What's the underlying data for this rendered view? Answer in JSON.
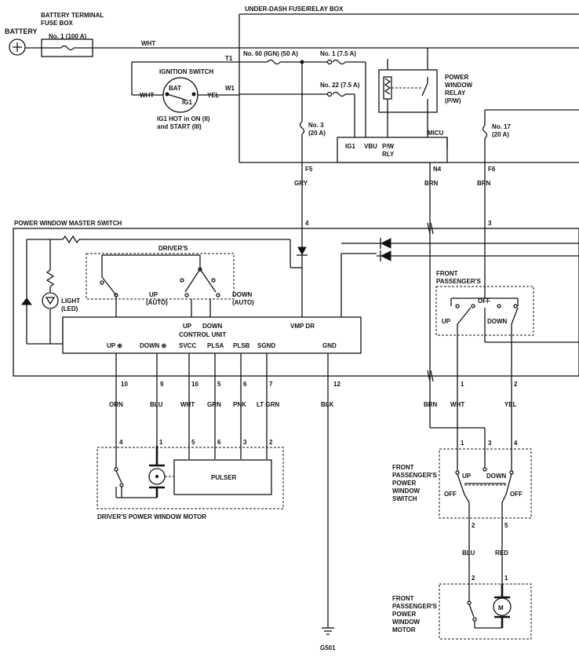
{
  "components": {
    "battery": "BATTERY",
    "terminal_fuse_box": [
      "BATTERY TERMINAL",
      "FUSE BOX"
    ],
    "terminal_fuse": "No. 1 (100 A)",
    "under_dash_box": "UNDER-DASH FUSE/RELAY BOX",
    "ignition_switch": "IGNITION SWITCH",
    "ign_bat": "BAT",
    "ign_ig1": "IG1",
    "ign_note": [
      "IG1 HOT in ON (II)",
      "and START (III)"
    ],
    "fuse_60": "No. 60 (IGN) (50 A)",
    "fuse_1": "No. 1 (7.5 A)",
    "fuse_22": "No. 22 (7.5 A)",
    "fuse_3": [
      "No. 3",
      "(20 A)"
    ],
    "fuse_17": [
      "No. 17",
      "(20 A)"
    ],
    "relay": [
      "POWER",
      "WINDOW",
      "RELAY",
      "(P/W)"
    ],
    "micu": "MICU",
    "micu_ig1": "IG1",
    "micu_vbu": "VBU",
    "micu_pw": [
      "P/W",
      "RLY"
    ],
    "master_switch": "POWER WINDOW MASTER SWITCH",
    "drivers": "DRIVER'S",
    "light": [
      "LIGHT",
      "(LED)"
    ],
    "up_auto": [
      "UP",
      "(AUTO)"
    ],
    "down_auto": [
      "DOWN",
      "(AUTO)"
    ],
    "cu_up": "UP",
    "cu_down": "DOWN",
    "control_unit": "CONTROL UNIT",
    "vmp_dr": "VMP DR",
    "cu_pins": [
      "UP ⊕",
      "DOWN ⊕",
      "SVCC",
      "PLSA",
      "PLSB",
      "SGND",
      "GND"
    ],
    "front_pass": [
      "FRONT",
      "PASSENGER'S"
    ],
    "fp_off": "OFF",
    "fp_up": "UP",
    "fp_down": "DOWN",
    "driver_motor": "DRIVER'S POWER WINDOW MOTOR",
    "pulser": "PULSER",
    "fp_switch": [
      "FRONT",
      "PASSENGER'S",
      "POWER",
      "WINDOW",
      "SWITCH"
    ],
    "fp_motor": [
      "FRONT",
      "PASSENGER'S",
      "POWER",
      "WINDOW",
      "MOTOR"
    ],
    "fps_up": "UP",
    "fps_down": "DOWN",
    "fps_off_left": "OFF",
    "fps_off_right": "OFF",
    "motor_symbol": "M",
    "ground": "G501"
  },
  "wires": {
    "wht_top": "WHT",
    "t1": "T1",
    "w1": "W1",
    "ign_wht": "WHT",
    "ign_yel": "YEL",
    "f5": "F5",
    "gry": "GRY",
    "n4": "N4",
    "f6": "F6",
    "brn1": "BRN",
    "brn2": "BRN",
    "brn3": "BRN",
    "orn": "ORN",
    "blu": "BLU",
    "wht": "WHT",
    "grn": "GRN",
    "pnk": "PNK",
    "ltgrn": "LT GRN",
    "blk": "BLK",
    "wht_fp": "WHT",
    "yel_fp": "YEL",
    "blu_fp": "BLU",
    "red_fp": "RED"
  },
  "pins": {
    "ms_4": "4",
    "ms_3": "3",
    "ms_10": "10",
    "ms_9": "9",
    "ms_16": "16",
    "ms_5": "5",
    "ms_6": "6",
    "ms_7": "7",
    "ms_12": "12",
    "dm_4": "4",
    "dm_1": "1",
    "dm_5": "5",
    "dm_6": "6",
    "dm_3": "3",
    "dm_2": "2",
    "fp_1": "1",
    "fp_2": "2",
    "fps_1": "1",
    "fps_3": "3",
    "fps_4": "4",
    "fps_2": "2",
    "fps_5": "5",
    "fpm_2": "2",
    "fpm_1": "1"
  }
}
